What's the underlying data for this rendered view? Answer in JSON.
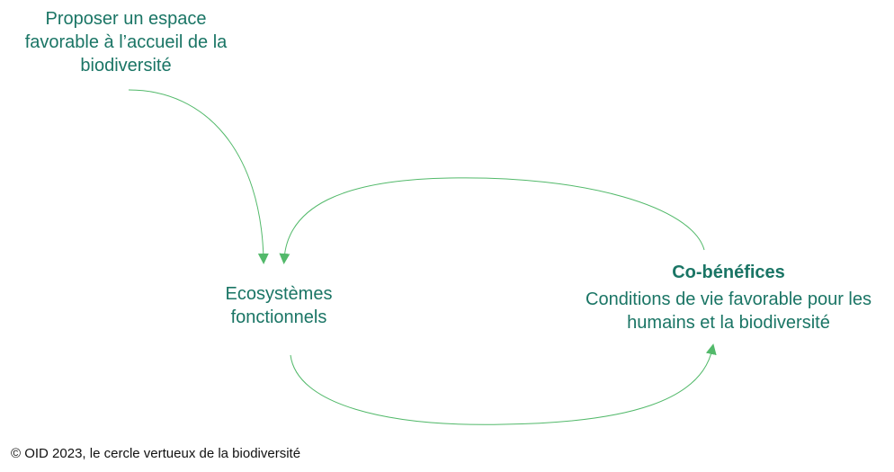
{
  "diagram": {
    "input_label": "Proposer un espace favorable à l’accueil de la biodiversité",
    "node_left": "Ecosystèmes fonctionnels",
    "node_right_title": "Co-bénéfices",
    "node_right_body": "Conditions de vie favorable pour les humains et la biodiversité"
  },
  "footer": {
    "credit": "© OID 2023, le cercle vertueux de la biodiversité"
  },
  "colors": {
    "text": "#1a7565",
    "arrow": "#52b96a"
  }
}
